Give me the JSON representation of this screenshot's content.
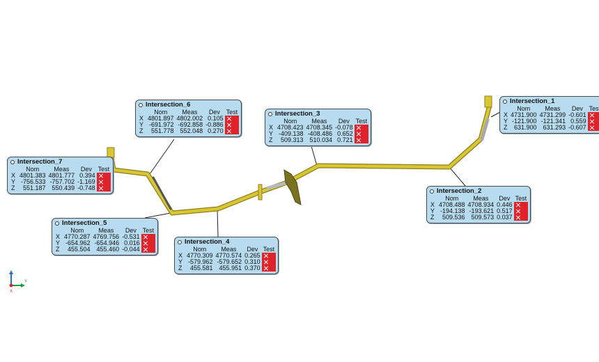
{
  "headers": {
    "nom": "Nom",
    "meas": "Meas",
    "dev": "Dev",
    "test": "Test"
  },
  "axes": [
    "X",
    "Y",
    "Z"
  ],
  "triad": {
    "y_label": "Y",
    "x_label": "X"
  },
  "colors": {
    "tube": "#d8c633",
    "tube_dark": "#8c7f1d",
    "fail": "#e0232b",
    "panel": "#b8dcef",
    "grey_section": "#b9b9b9"
  },
  "callouts": [
    {
      "id": "1",
      "title": "Intersection_1",
      "rows": [
        [
          "4731.900",
          "4731.299",
          "-0.601"
        ],
        [
          "-121.900",
          "-121.341",
          "0.559"
        ],
        [
          "631.900",
          "631.293",
          "-0.607"
        ]
      ]
    },
    {
      "id": "2",
      "title": "Intersection_2",
      "rows": [
        [
          "4708.488",
          "4708.934",
          "0.446"
        ],
        [
          "-194.138",
          "-193.621",
          "0.517"
        ],
        [
          "509.536",
          "509.573",
          "0.037"
        ]
      ]
    },
    {
      "id": "3",
      "title": "Intersection_3",
      "rows": [
        [
          "4708.423",
          "4708.345",
          "-0.078"
        ],
        [
          "-409.138",
          "-408.486",
          "0.652"
        ],
        [
          "509.313",
          "510.034",
          "0.721"
        ]
      ]
    },
    {
      "id": "4",
      "title": "Intersection_4",
      "rows": [
        [
          "4770.309",
          "4770.574",
          "0.265"
        ],
        [
          "-579.962",
          "-579.652",
          "0.310"
        ],
        [
          "455.581",
          "455.951",
          "0.370"
        ]
      ]
    },
    {
      "id": "5",
      "title": "Intersection_5",
      "rows": [
        [
          "4770.287",
          "4769.756",
          "-0.531"
        ],
        [
          "-654.962",
          "-654.946",
          "0.016"
        ],
        [
          "455.504",
          "455.460",
          "-0.044"
        ]
      ]
    },
    {
      "id": "6",
      "title": "Intersection_6",
      "rows": [
        [
          "4801.897",
          "4802.002",
          "0.105"
        ],
        [
          "-691.972",
          "-692.858",
          "-0.886"
        ],
        [
          "551.778",
          "552.048",
          "0.270"
        ]
      ]
    },
    {
      "id": "7",
      "title": "Intersection_7",
      "rows": [
        [
          "4801.383",
          "4801.777",
          "0.394"
        ],
        [
          "-756.533",
          "-757.702",
          "-1.169"
        ],
        [
          "551.187",
          "550.439",
          "-0.748"
        ]
      ]
    }
  ]
}
